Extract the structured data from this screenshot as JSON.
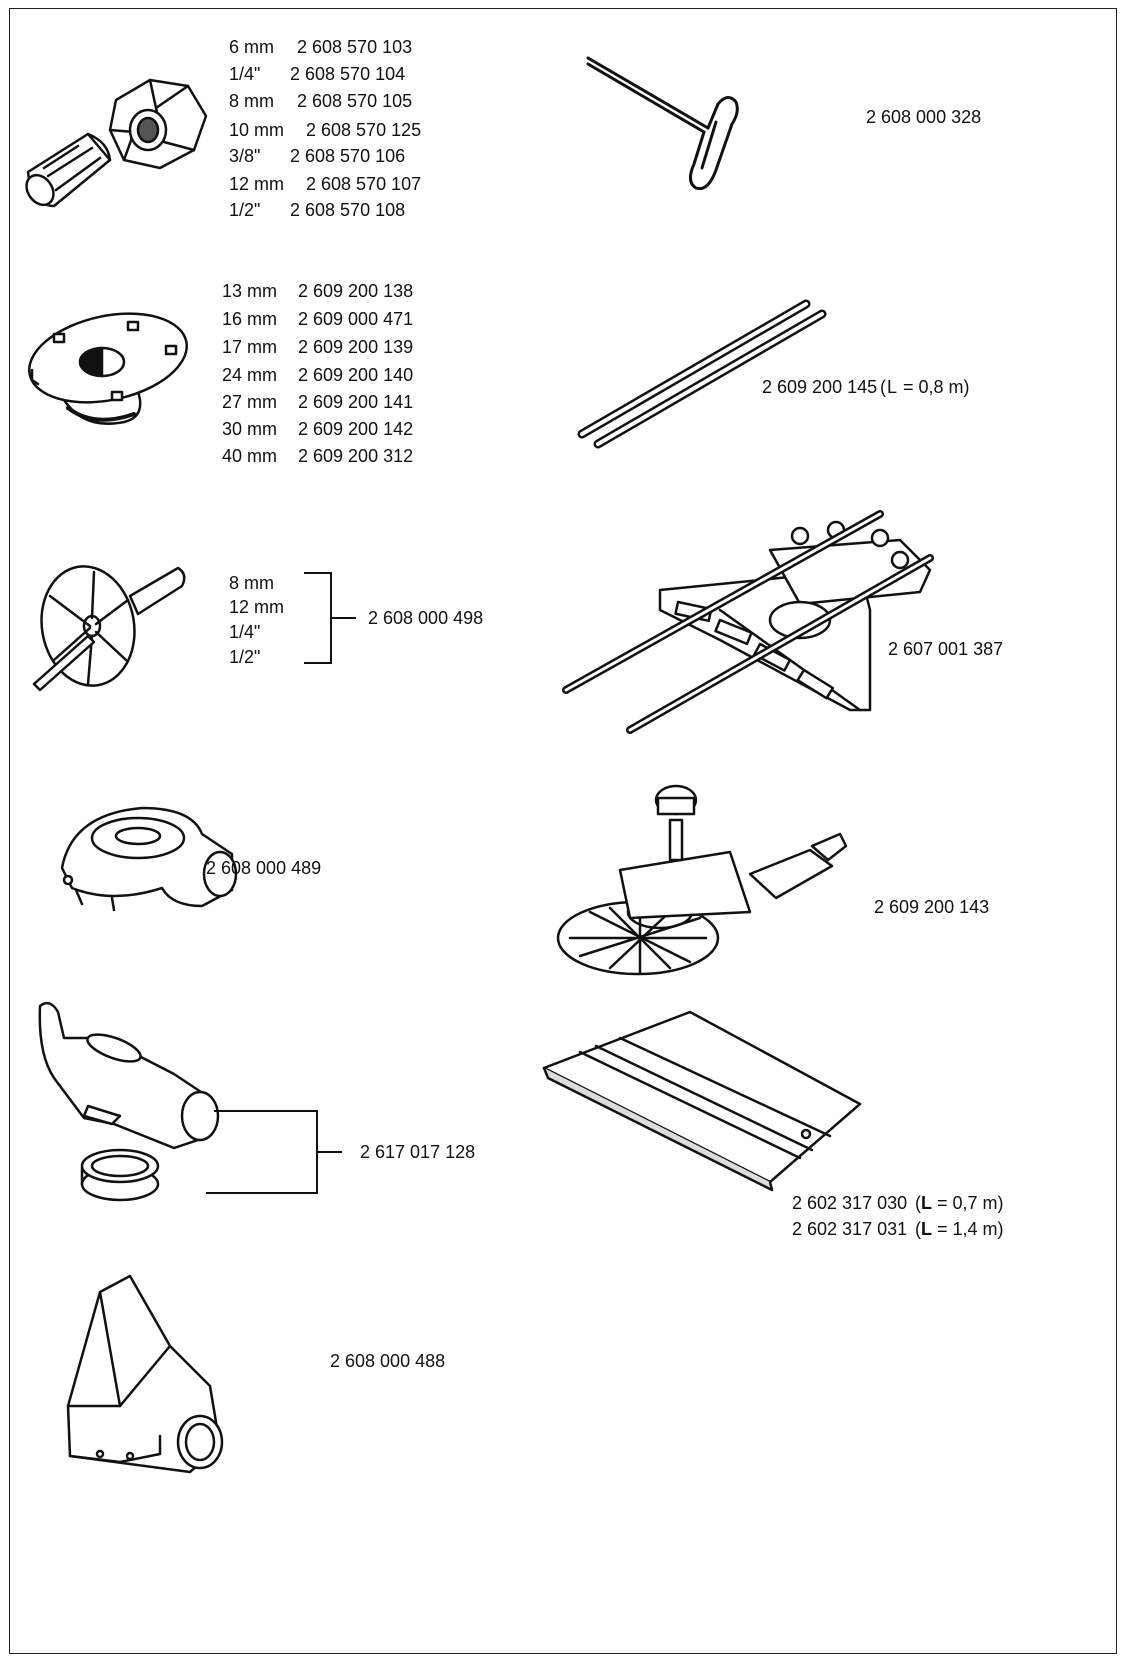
{
  "collets": {
    "items": [
      {
        "size": "6 mm",
        "code": "2 608 570 103"
      },
      {
        "size": "1/4\"",
        "code": "2 608 570 104"
      },
      {
        "size": "8 mm",
        "code": "2 608 570 105"
      },
      {
        "size": "10 mm",
        "code": "2 608 570 125"
      },
      {
        "size": "3/8\"",
        "code": "2 608 570 106"
      },
      {
        "size": "12 mm",
        "code": "2 608 570 107"
      },
      {
        "size": "1/2\"",
        "code": "2 608 570 108"
      }
    ]
  },
  "t_wrench": {
    "code": "2 608 000 328"
  },
  "template_guides": {
    "items": [
      {
        "size": "13 mm",
        "code": "2 609 200 138"
      },
      {
        "size": "16 mm",
        "code": "2 609 000 471"
      },
      {
        "size": "17 mm",
        "code": "2 609 200 139"
      },
      {
        "size": "24 mm",
        "code": "2 609 200 140"
      },
      {
        "size": "27 mm",
        "code": "2 609 200 141"
      },
      {
        "size": "30 mm",
        "code": "2 609 200 142"
      },
      {
        "size": "40 mm",
        "code": "2 609 200 312"
      }
    ]
  },
  "guide_rods": {
    "code": "2 609 200 145",
    "length_open": "(",
    "length_letter": "L",
    "length_value": " = 0,8 m)"
  },
  "centering_mandrel": {
    "sizes": [
      "8 mm",
      "12 mm",
      "1/4\"",
      "1/2\""
    ],
    "code": "2 608 000 498"
  },
  "parallel_guide": {
    "code": "2 607 001 387"
  },
  "dust_hood": {
    "code": "2 608 000 489"
  },
  "trimming_attachment": {
    "code": "2 609 200 143"
  },
  "extraction_adapter": {
    "code": "2 617 017 128"
  },
  "guide_rail": {
    "items": [
      {
        "code": "2 602 317 030",
        "open": "(",
        "letter": "L",
        "value": " = 0,7 m)"
      },
      {
        "code": "2 602 317 031",
        "open": "(",
        "letter": "L",
        "value": " = 1,4 m)"
      }
    ]
  },
  "extraction_hood": {
    "code": "2 608 000 488"
  }
}
